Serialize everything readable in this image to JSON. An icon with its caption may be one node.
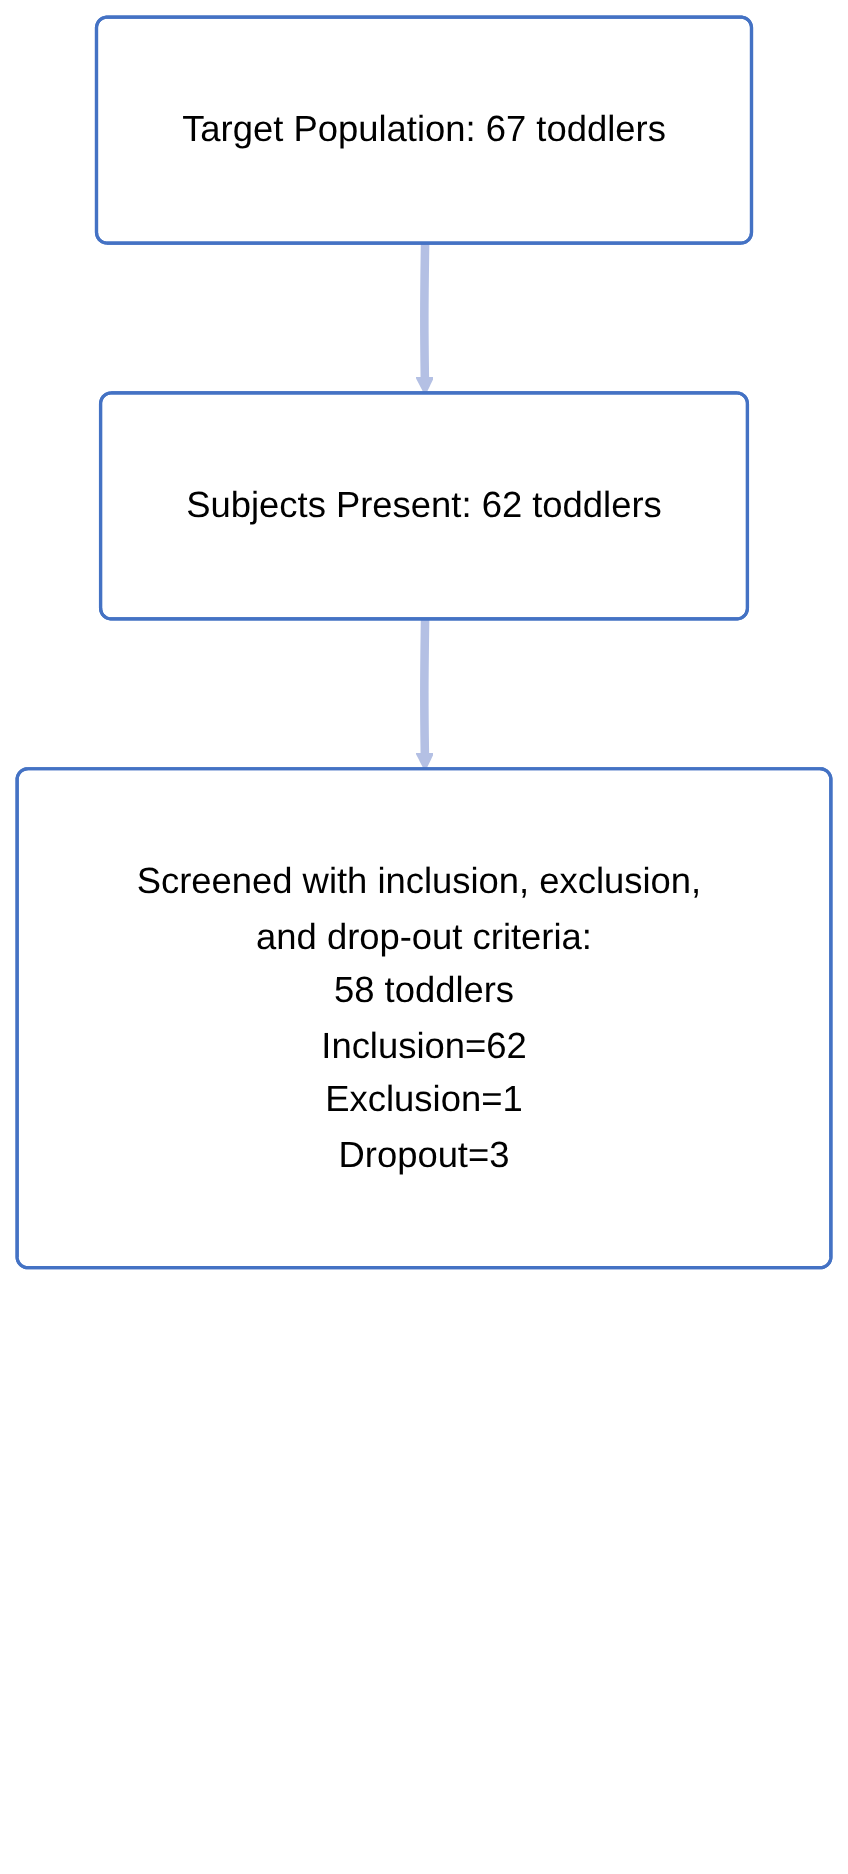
{
  "diagram": {
    "nodes": [
      {
        "text": [
          "Target Population: 67 toddlers"
        ]
      },
      {
        "text": [
          "Subjects Present: 62 toddlers"
        ]
      },
      {
        "text": [
          "Screened with inclusion, exclusion, and drop-out criteria:",
          "58 toddlers",
          "Inclusion=62",
          "Exclusion=1",
          "Dropout=3"
        ]
      }
    ],
    "edges": [
      {
        "from": 0,
        "to": 1,
        "arrow": "to"
      },
      {
        "from": 1,
        "to": 2,
        "arrow": "to"
      }
    ]
  }
}
